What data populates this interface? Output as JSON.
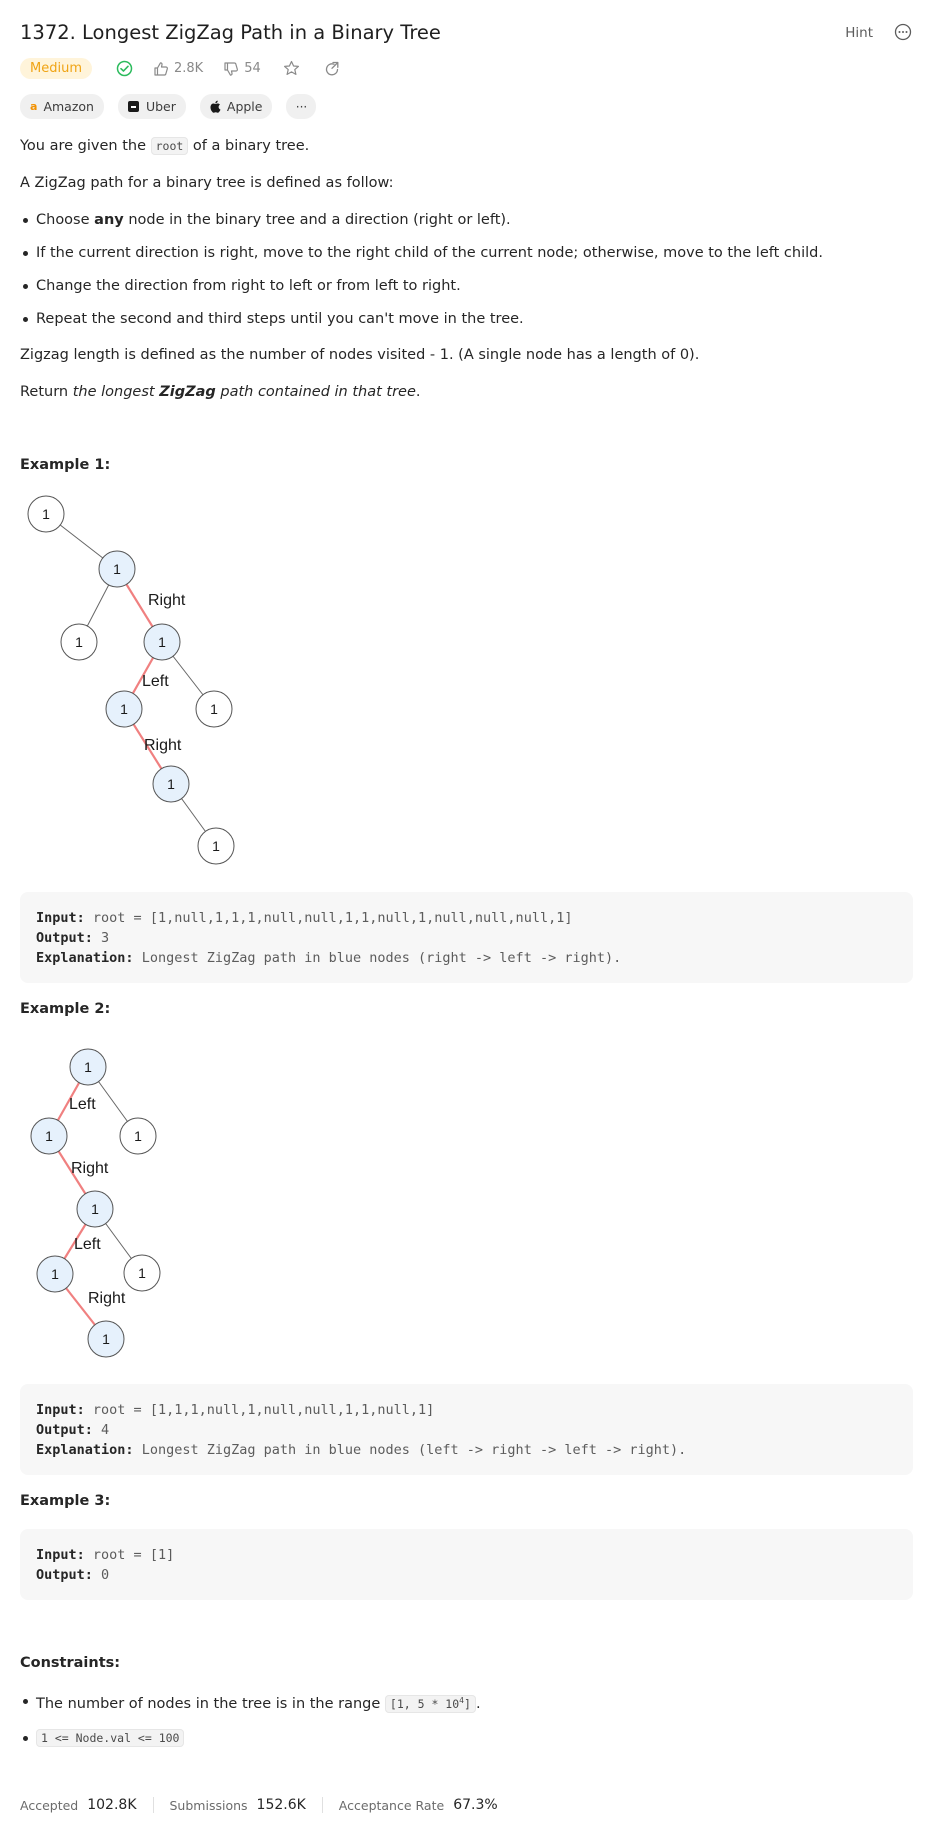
{
  "problem": {
    "title": "1372. Longest ZigZag Path in a Binary Tree",
    "hint_label": "Hint",
    "difficulty": "Medium",
    "likes": "2.8K",
    "dislikes": "54",
    "companies": [
      "Amazon",
      "Uber",
      "Apple"
    ],
    "more_companies": "···"
  },
  "description": {
    "p1_pre": "You are given the ",
    "p1_code": "root",
    "p1_post": " of a binary tree.",
    "p2": "A ZigZag path for a binary tree is defined as follow:",
    "b1_pre": "Choose ",
    "b1_bold": "any",
    "b1_post": " node in the binary tree and a direction (right or left).",
    "b2": "If the current direction is right, move to the right child of the current node; otherwise, move to the left child.",
    "b3": "Change the direction from right to left or from left to right.",
    "b4": "Repeat the second and third steps until you can't move in the tree.",
    "p3": "Zigzag length is defined as the number of nodes visited - 1. (A single node has a length of 0).",
    "p4_pre": "Return ",
    "p4_it1": "the longest ",
    "p4_bold": "ZigZag",
    "p4_it2": " path contained in that tree",
    "p4_post": "."
  },
  "examples": [
    {
      "heading": "Example 1:",
      "input_label": "Input:",
      "input": "root = [1,null,1,1,1,null,null,1,1,null,1,null,null,null,1]",
      "output_label": "Output:",
      "output": "3",
      "explanation_label": "Explanation:",
      "explanation": "Longest ZigZag path in blue nodes (right -> left -> right).",
      "edge_labels": [
        "Right",
        "Left",
        "Right"
      ],
      "node_value": "1"
    },
    {
      "heading": "Example 2:",
      "input_label": "Input:",
      "input": "root = [1,1,1,null,1,null,null,1,1,null,1]",
      "output_label": "Output:",
      "output": "4",
      "explanation_label": "Explanation:",
      "explanation": "Longest ZigZag path in blue nodes (left -> right -> left -> right).",
      "edge_labels": [
        "Left",
        "Right",
        "Left",
        "Right"
      ],
      "node_value": "1"
    },
    {
      "heading": "Example 3:",
      "input_label": "Input:",
      "input": "root = [1]",
      "output_label": "Output:",
      "output": "0"
    }
  ],
  "constraints": {
    "heading": "Constraints:",
    "c1_pre": "The number of nodes in the tree is in the range ",
    "c1_code": "[1, 5 * 10",
    "c1_sup": "4",
    "c1_code_end": "]",
    "c1_post": ".",
    "c2_code": "1 <= Node.val <= 100"
  },
  "stats": {
    "accepted_label": "Accepted",
    "accepted": "102.8K",
    "submissions_label": "Submissions",
    "submissions": "152.6K",
    "rate_label": "Acceptance Rate",
    "rate": "67.3%"
  },
  "colors": {
    "highlight_node": "#e6f1fc",
    "highlight_edge": "#f08080",
    "node_stroke": "#666666",
    "medium": "#f0a415",
    "solved": "#2cbb5d"
  }
}
